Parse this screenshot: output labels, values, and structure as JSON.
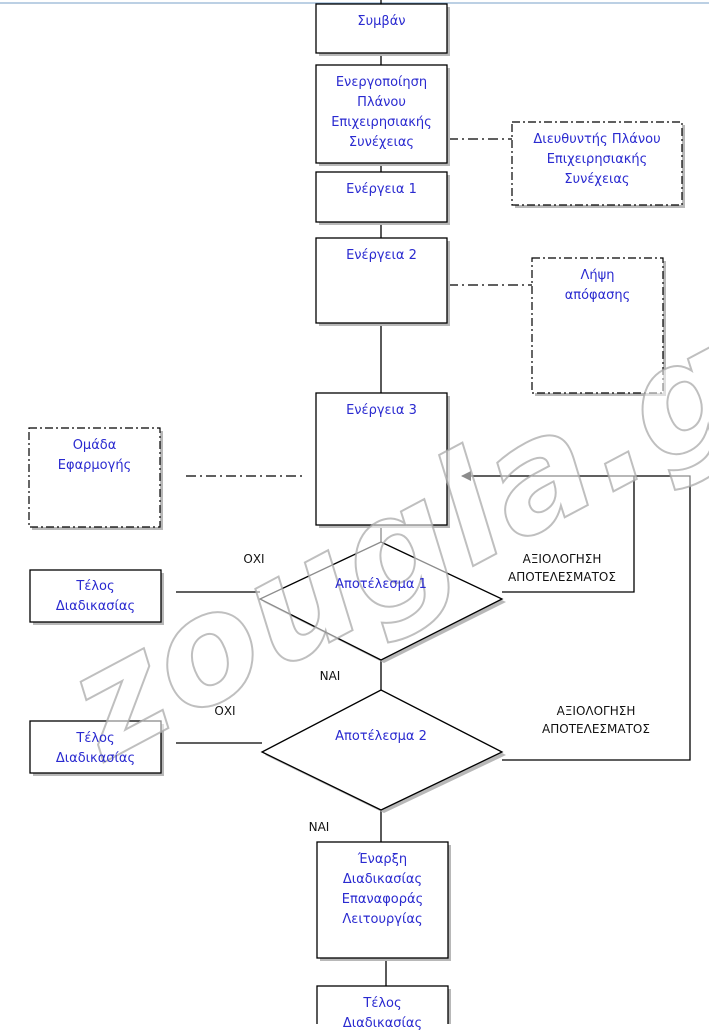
{
  "nodes": {
    "event": "Συμβάν",
    "activation": "Ενεργοποίηση\nΠλάνου\nΕπιχειρησιακής\nΣυνέχειας",
    "action1": "Ενέργεια 1",
    "action2": "Ενέργεια 2",
    "action3": "Ενέργεια 3",
    "result1": "Αποτέλεσμα 1",
    "result2": "Αποτέλεσμα 2",
    "restore_start": "Έναρξη\nΔιαδικασίας\nΕπαναφοράς\nΛειτουργίας",
    "end_final": "Τέλος\nΔιαδικασίας"
  },
  "side_boxes": {
    "bcp_manager": "Διευθυντής Πλάνου\nΕπιχειρησιακής\nΣυνέχειας",
    "decision": "Λήψη\nαπόφασης",
    "team": "Ομάδα\nΕφαρμογής",
    "end1": "Τέλος\nΔιαδικασίας",
    "end2": "Τέλος\nΔιαδικασίας"
  },
  "labels": {
    "no1": "ΟΧΙ",
    "yes1": "ΝΑΙ",
    "no2": "ΟΧΙ",
    "yes2": "ΝΑΙ",
    "eval1": "ΑΞΙΟΛΟΓΗΣΗ\nΑΠΟΤΕΛΕΣΜΑΤΟΣ",
    "eval2": "ΑΞΙΟΛΟΓΗΣΗ\nΑΠΟΤΕΛΕΣΜΑΤΟΣ"
  },
  "watermark": "zougla.gr",
  "colors": {
    "text_blue": "#2a2ad0",
    "line": "#000000",
    "shadow": "#b8b8b8",
    "background": "#ffffff"
  }
}
